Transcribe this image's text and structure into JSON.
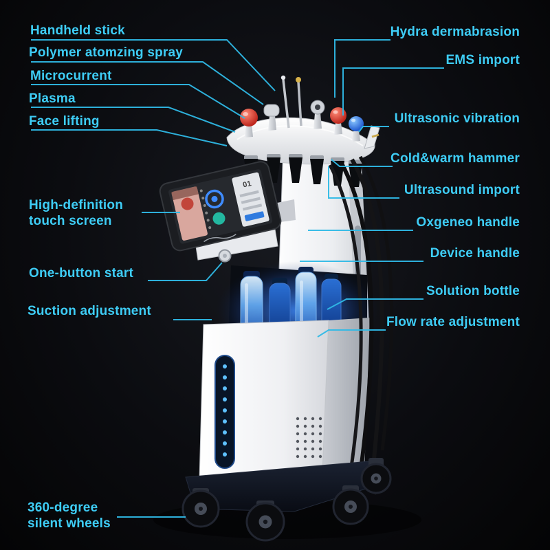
{
  "colors": {
    "accent": "#3ecdf6",
    "callout_line": "#2fb9e6",
    "led_blue": "#5ec1ff",
    "bottle_blue": "#2f7bdf",
    "tip_red": "#c01f12",
    "tip_blue": "#1049c9"
  },
  "screen": {
    "badge": "01"
  },
  "labels_left": [
    {
      "id": "handheld-stick",
      "text": "Handheld stick"
    },
    {
      "id": "polymer-atomzing-spray",
      "text": "Polymer atomzing spray"
    },
    {
      "id": "microcurrent",
      "text": "Microcurrent"
    },
    {
      "id": "plasma",
      "text": "Plasma"
    },
    {
      "id": "face-lifting",
      "text": "Face lifting"
    },
    {
      "id": "hd-touch-screen",
      "text": "High-definition touch screen"
    },
    {
      "id": "one-button-start",
      "text": "One-button start"
    },
    {
      "id": "suction-adjustment",
      "text": "Suction adjustment"
    },
    {
      "id": "silent-wheels",
      "text": "360-degree silent wheels"
    }
  ],
  "labels_right": [
    {
      "id": "hydra-dermabrasion",
      "text": "Hydra dermabrasion"
    },
    {
      "id": "ems-import",
      "text": "EMS import"
    },
    {
      "id": "ultrasonic-vibration",
      "text": "Ultrasonic vibration"
    },
    {
      "id": "cold-warm-hammer",
      "text": "Cold&warm hammer"
    },
    {
      "id": "ultrasound-import",
      "text": "Ultrasound import"
    },
    {
      "id": "oxgeneo-handle",
      "text": "Oxgeneo handle"
    },
    {
      "id": "device-handle",
      "text": "Device handle"
    },
    {
      "id": "solution-bottle",
      "text": "Solution bottle"
    },
    {
      "id": "flow-rate-adjustment",
      "text": "Flow rate adjustment"
    }
  ]
}
